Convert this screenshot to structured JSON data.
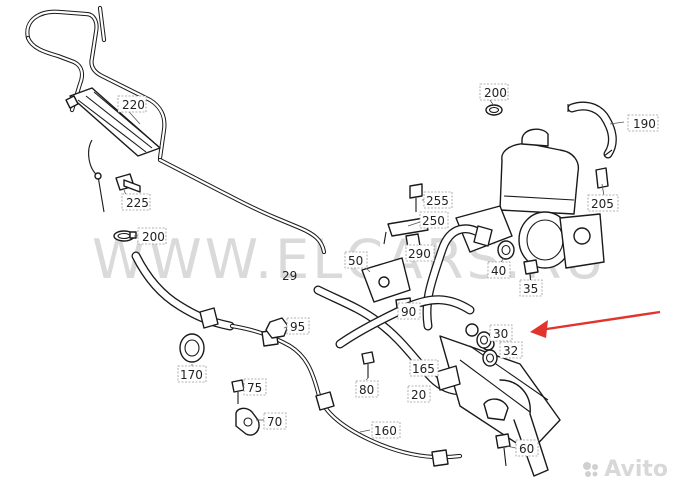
{
  "watermark": "WWW.ELCARS.RU",
  "brand": {
    "name": "Avito"
  },
  "arrow_color": "#e0342c",
  "callouts": [
    {
      "id": "220",
      "text": "220"
    },
    {
      "id": "225",
      "text": "225"
    },
    {
      "id": "200a",
      "text": "200"
    },
    {
      "id": "200b",
      "text": "200"
    },
    {
      "id": "190",
      "text": "190"
    },
    {
      "id": "205",
      "text": "205"
    },
    {
      "id": "255",
      "text": "255"
    },
    {
      "id": "250",
      "text": "250"
    },
    {
      "id": "290",
      "text": "290"
    },
    {
      "id": "50",
      "text": "50"
    },
    {
      "id": "40",
      "text": "40"
    },
    {
      "id": "35",
      "text": "35"
    },
    {
      "id": "90",
      "text": "90"
    },
    {
      "id": "29",
      "text": "29"
    },
    {
      "id": "30",
      "text": "30"
    },
    {
      "id": "32",
      "text": "32"
    },
    {
      "id": "95",
      "text": "95"
    },
    {
      "id": "170",
      "text": "170"
    },
    {
      "id": "165",
      "text": "165"
    },
    {
      "id": "80",
      "text": "80"
    },
    {
      "id": "20",
      "text": "20"
    },
    {
      "id": "75",
      "text": "75"
    },
    {
      "id": "70",
      "text": "70"
    },
    {
      "id": "160",
      "text": "160"
    },
    {
      "id": "60",
      "text": "60"
    }
  ]
}
